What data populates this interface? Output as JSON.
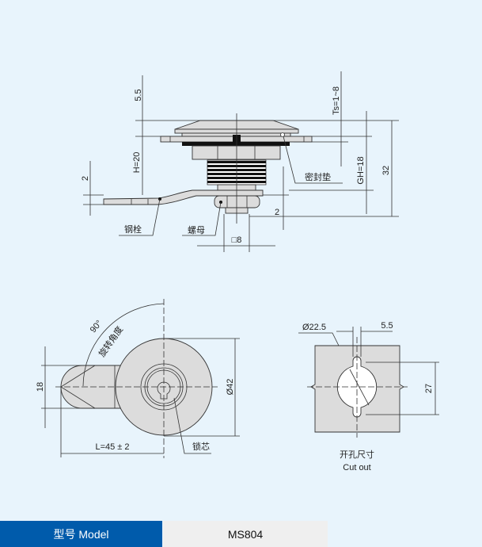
{
  "side_view": {
    "dim_top": "5.5",
    "dim_height": "H=20",
    "dim_latch_thickness": "2",
    "dim_panel": "Ts=1~8",
    "dim_grip": "GH=18",
    "dim_total": "32",
    "dim_stud": "2",
    "dim_square": "□8",
    "label_gasket": "密封垫",
    "label_latch": "钢栓",
    "label_nut": "螺母"
  },
  "front_view": {
    "angle": "90°",
    "angle_label": "旋转角度",
    "dim_latch_width": "18",
    "dim_diameter": "Ø42",
    "dim_length": "L=45 ± 2",
    "label_core": "锁芯"
  },
  "cutout": {
    "dim_diameter": "Ø22.5",
    "dim_notch": "5.5",
    "dim_height": "27",
    "title_cn": "开孔尺寸",
    "title_en": "Cut out"
  },
  "model": {
    "label": "型号 Model",
    "value": "MS804"
  }
}
